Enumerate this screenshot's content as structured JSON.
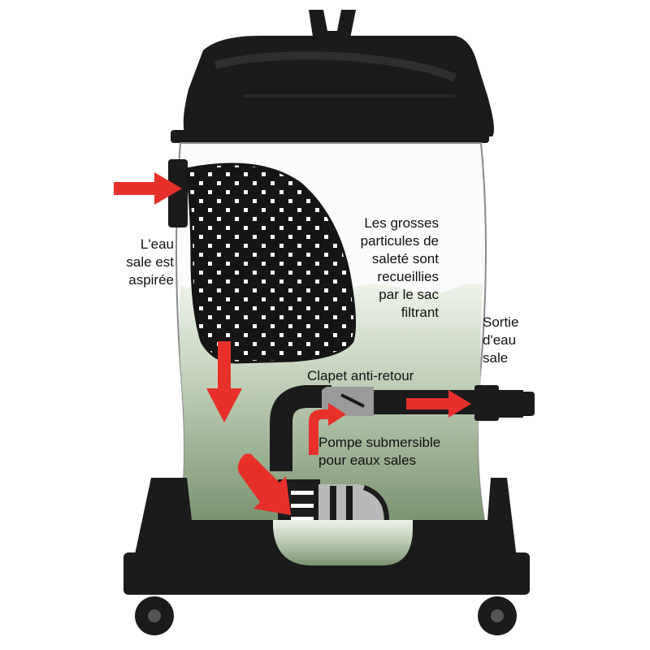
{
  "labels": {
    "inlet": "L'eau sale est aspirée",
    "inlet_lines": [
      "L'eau",
      "sale est",
      "aspirée"
    ],
    "bag_lines": [
      "Les grosses",
      "particules de",
      "saleté sont",
      "recueillies",
      "par le sac",
      "filtrant"
    ],
    "outlet_lines": [
      "Sortie",
      "d'eau",
      "sale"
    ],
    "valve": "Clapet anti-retour",
    "pump_lines": [
      "Pompe submersible",
      "pour eaux sales"
    ]
  },
  "colors": {
    "body": "#1b1b1b",
    "tank_water_top": "#e9efe4",
    "tank_water_bottom": "#7b9470",
    "arrow": "#e8302b",
    "valve": "#9a9a9a",
    "pump_light": "#b9b9b9",
    "tank_outline": "#8a8a8a"
  },
  "icons": [
    "red-arrow-icon",
    "filter-bag-icon",
    "check-valve-icon",
    "submersible-pump-icon",
    "wheel-icon"
  ]
}
